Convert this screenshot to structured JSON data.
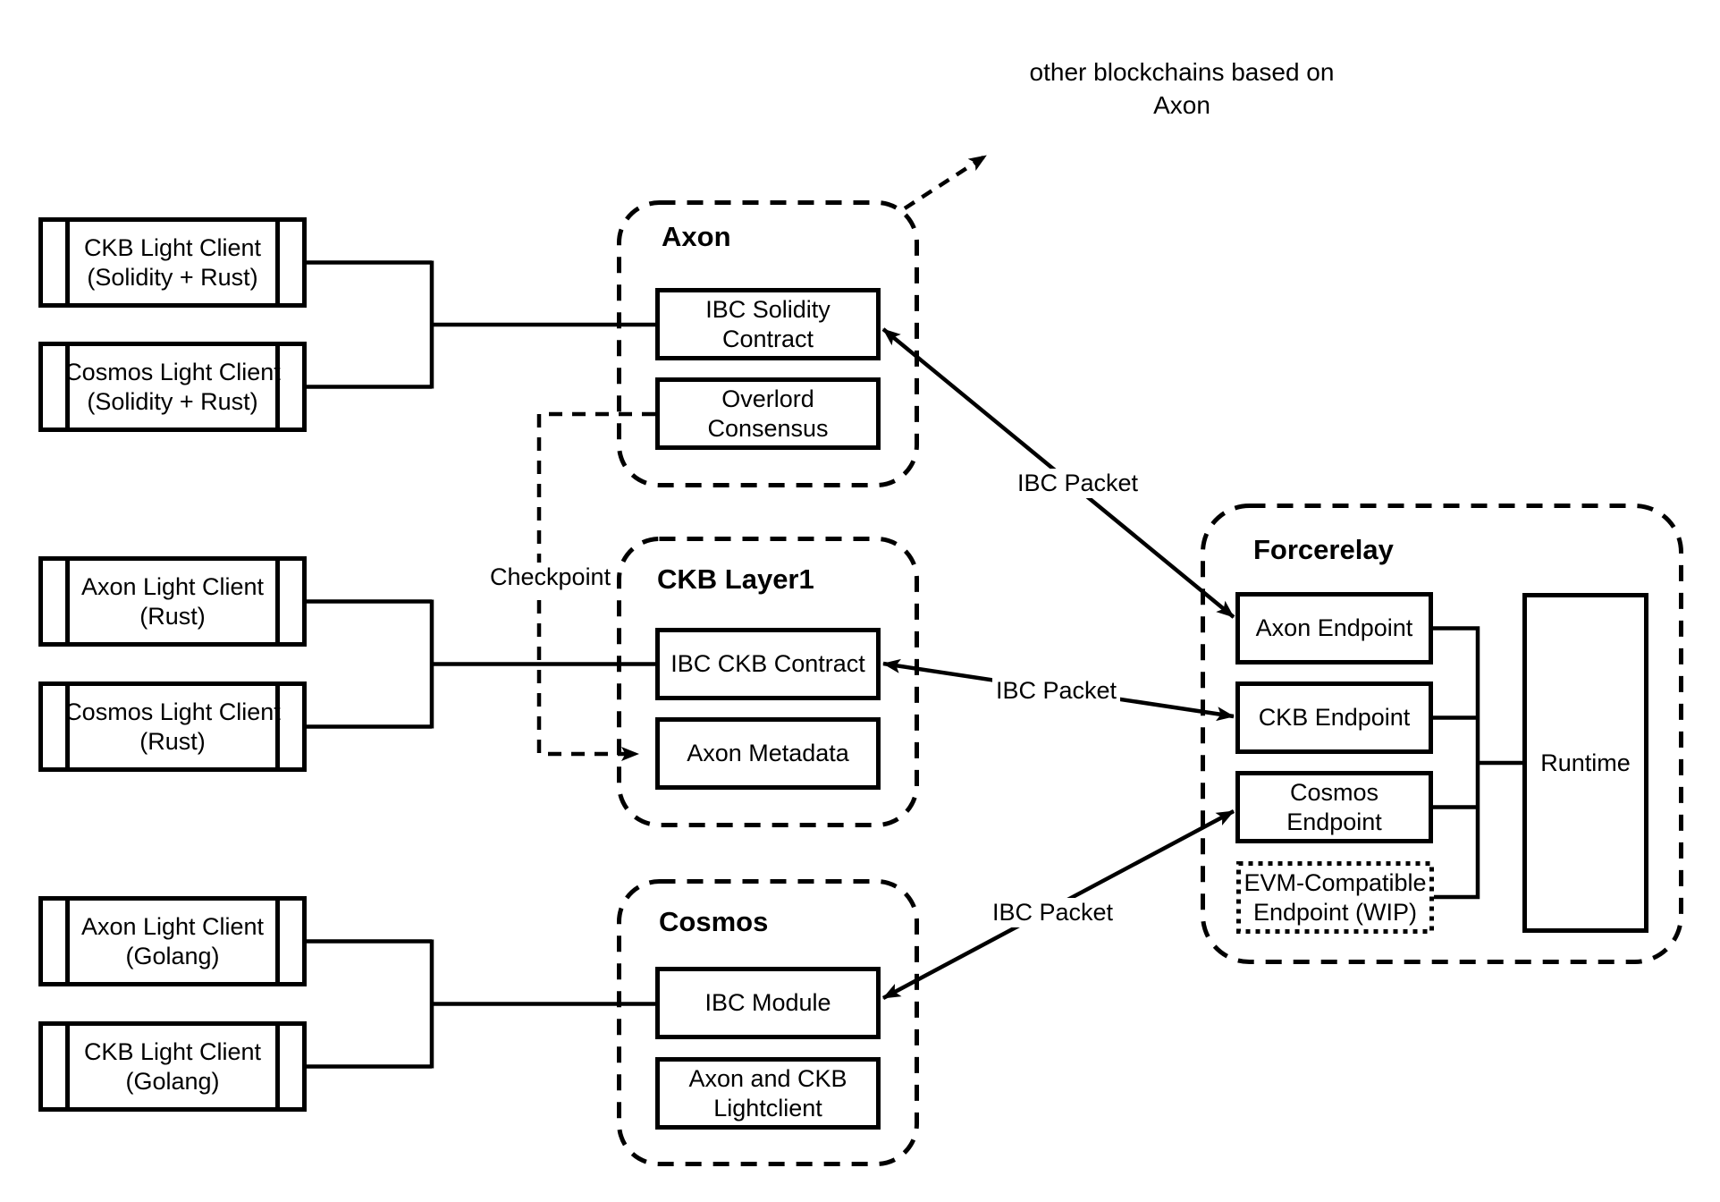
{
  "annotation": {
    "line1": "other blockchains based on",
    "line2": "Axon"
  },
  "light_clients": [
    {
      "line1": "CKB Light Client",
      "line2": "(Solidity + Rust)"
    },
    {
      "line1": "Cosmos Light Client",
      "line2": "(Solidity + Rust)"
    },
    {
      "line1": "Axon Light Client",
      "line2": "(Rust)"
    },
    {
      "line1": "Cosmos Light Client",
      "line2": "(Rust)"
    },
    {
      "line1": "Axon Light Client",
      "line2": "(Golang)"
    },
    {
      "line1": "CKB Light Client",
      "line2": "(Golang)"
    }
  ],
  "axon": {
    "title": "Axon",
    "ibc_solidity_contract": "IBC Solidity Contract",
    "overlord_consensus": "Overlord Consensus"
  },
  "ckb_layer1": {
    "title": "CKB Layer1",
    "ibc_ckb_contract": "IBC CKB Contract",
    "axon_metadata": "Axon Metadata"
  },
  "cosmos": {
    "title": "Cosmos",
    "ibc_module": "IBC Module",
    "lightclient": {
      "line1": "Axon and CKB",
      "line2": "Lightclient"
    }
  },
  "forcerelay": {
    "title": "Forcerelay",
    "axon_endpoint": "Axon Endpoint",
    "ckb_endpoint": "CKB Endpoint",
    "cosmos_endpoint": "Cosmos Endpoint",
    "evm_endpoint": {
      "line1": "EVM-Compatible",
      "line2": "Endpoint (WIP)"
    },
    "runtime": "Runtime"
  },
  "edge_labels": {
    "checkpoint": "Checkpoint",
    "ibc_packet_axon": "IBC Packet",
    "ibc_packet_ckb": "IBC Packet",
    "ibc_packet_cosmos": "IBC Packet"
  },
  "colors": {
    "stroke": "#000000",
    "background": "#ffffff"
  }
}
